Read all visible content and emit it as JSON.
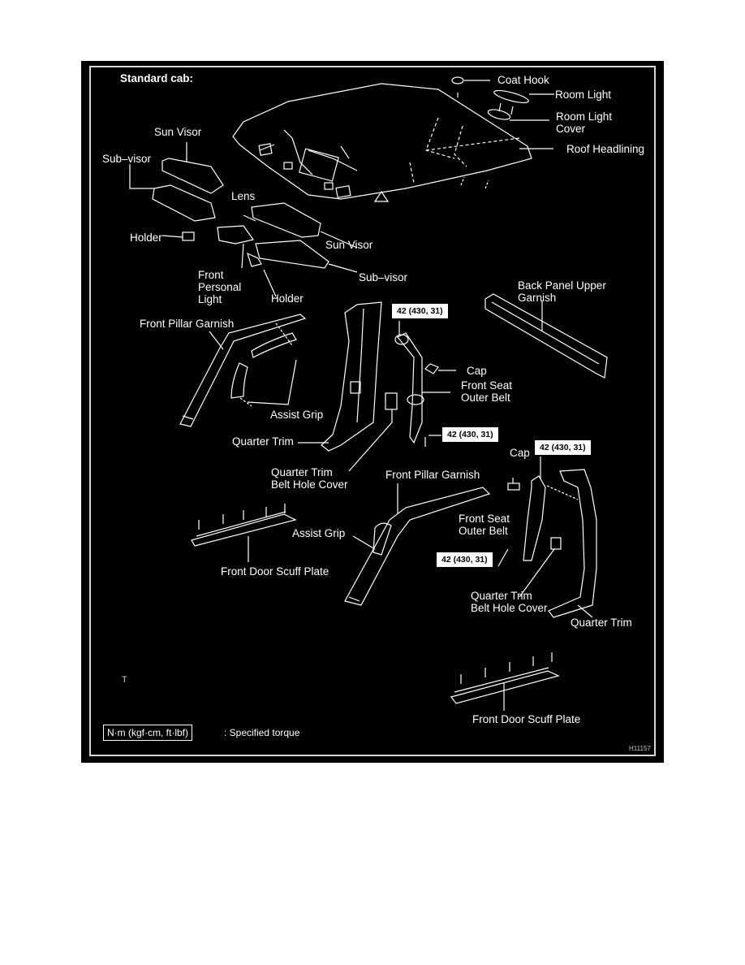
{
  "diagram": {
    "title": "Standard cab:",
    "figure_id": "H11157",
    "stray_mark": "T",
    "legend": {
      "box_text": "N·m (kgf·cm, ft·lbf)",
      "description": ": Specified torque"
    },
    "labels": {
      "coat_hook": "Coat Hook",
      "room_light": "Room Light",
      "room_light_cover_1": "Room Light",
      "room_light_cover_2": "Cover",
      "roof_headlining": "Roof Headlining",
      "sun_visor_left": "Sun Visor",
      "sub_visor_left": "Sub–visor",
      "lens": "Lens",
      "holder_left": "Holder",
      "sun_visor_right": "Sun Visor",
      "front_personal_light_1": "Front",
      "front_personal_light_2": "Personal",
      "front_personal_light_3": "Light",
      "sub_visor_right": "Sub–visor",
      "holder_right": "Holder",
      "back_panel_upper_garnish_1": "Back Panel Upper",
      "back_panel_upper_garnish_2": "Garnish",
      "front_pillar_garnish_left": "Front Pillar Garnish",
      "assist_grip_left": "Assist Grip",
      "quarter_trim_left": "Quarter Trim",
      "cap_upper": "Cap",
      "front_seat_outer_belt_upper_1": "Front Seat",
      "front_seat_outer_belt_upper_2": "Outer Belt",
      "quarter_trim_belt_hole_cover_left_1": "Quarter Trim",
      "quarter_trim_belt_hole_cover_left_2": "Belt Hole Cover",
      "front_pillar_garnish_right": "Front Pillar Garnish",
      "cap_lower": "Cap",
      "front_seat_outer_belt_lower_1": "Front Seat",
      "front_seat_outer_belt_lower_2": "Outer Belt",
      "assist_grip_right": "Assist Grip",
      "front_door_scuff_plate_left": "Front Door Scuff Plate",
      "quarter_trim_belt_hole_cover_right_1": "Quarter Trim",
      "quarter_trim_belt_hole_cover_right_2": "Belt Hole Cover",
      "quarter_trim_right": "Quarter Trim",
      "front_door_scuff_plate_right": "Front Door Scuff Plate"
    },
    "torque_specs": [
      "42 (430, 31)",
      "42 (430, 31)",
      "42 (430, 31)",
      "42 (430, 31)"
    ]
  }
}
